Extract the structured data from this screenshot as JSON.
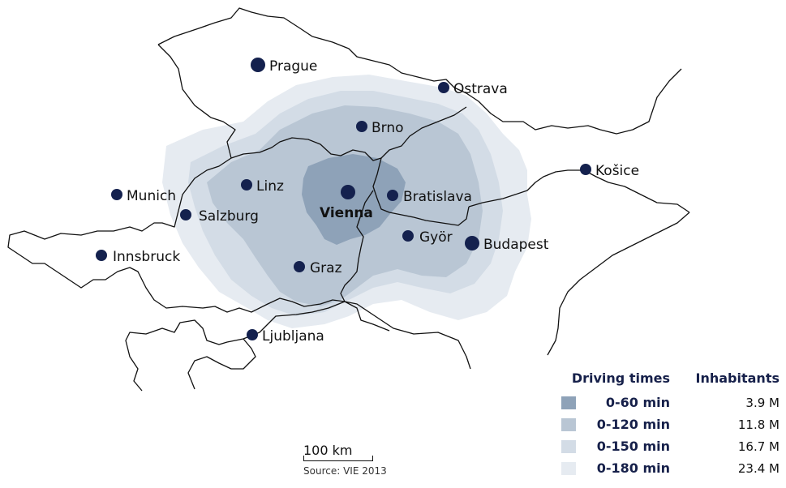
{
  "cities": [
    {
      "name": "Prague",
      "emphasis": false
    },
    {
      "name": "Ostrava",
      "emphasis": false
    },
    {
      "name": "Brno",
      "emphasis": false
    },
    {
      "name": "Košice",
      "emphasis": false
    },
    {
      "name": "Munich",
      "emphasis": false
    },
    {
      "name": "Linz",
      "emphasis": false
    },
    {
      "name": "Vienna",
      "emphasis": true
    },
    {
      "name": "Bratislava",
      "emphasis": false
    },
    {
      "name": "Salzburg",
      "emphasis": false
    },
    {
      "name": "Györ",
      "emphasis": false
    },
    {
      "name": "Budapest",
      "emphasis": false
    },
    {
      "name": "Innsbruck",
      "emphasis": false
    },
    {
      "name": "Graz",
      "emphasis": false
    },
    {
      "name": "Ljubljana",
      "emphasis": false
    }
  ],
  "legend": {
    "header_driving": "Driving times",
    "header_inhabitants": "Inhabitants",
    "rows": [
      {
        "label": "0-60 min",
        "value": "3.9 M",
        "color": "#8ea2b8"
      },
      {
        "label": "0-120 min",
        "value": "11.8 M",
        "color": "#b9c6d4"
      },
      {
        "label": "0-150 min",
        "value": "16.7 M",
        "color": "#d3dce6"
      },
      {
        "label": "0-180 min",
        "value": "23.4 M",
        "color": "#e6ebf1"
      }
    ]
  },
  "scale_label": "100 km",
  "source": "Source: VIE 2013",
  "colors": {
    "city_dot": "#14214e",
    "border": "#111111",
    "legend_text": "#16204a"
  }
}
